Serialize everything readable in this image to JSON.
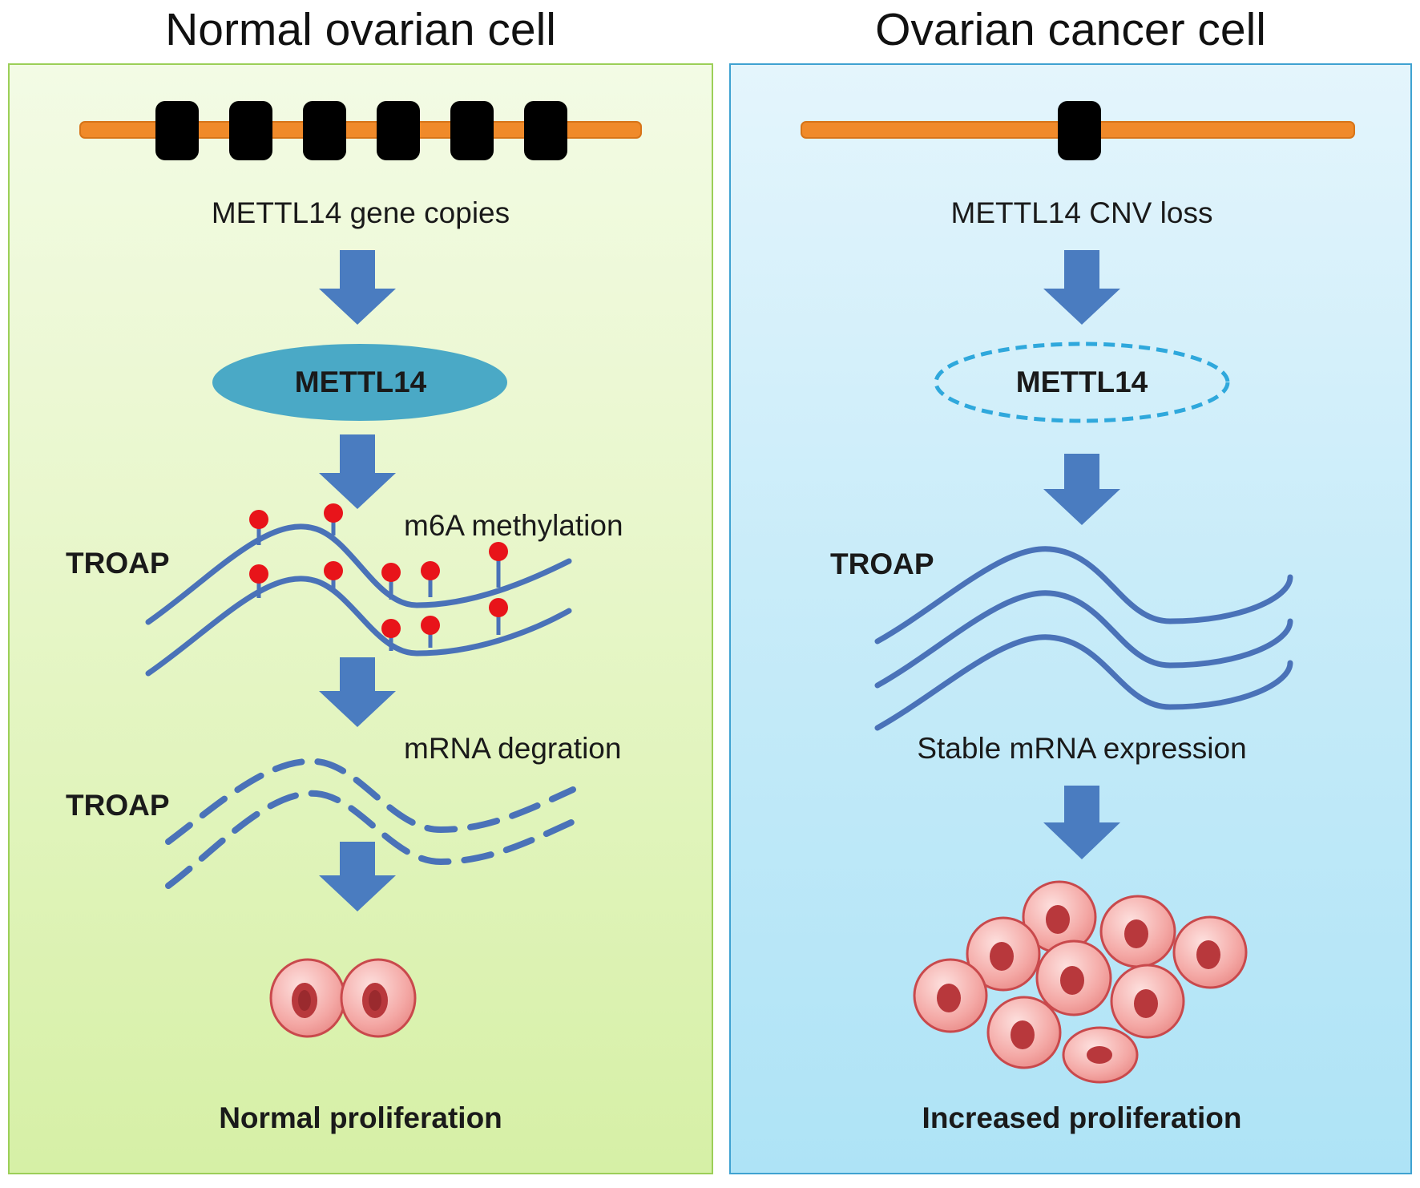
{
  "left_panel": {
    "title": "Normal ovarian cell",
    "gene_label": "METTL14 gene copies",
    "protein_label": "METTL14",
    "troap_label_1": "TROAP",
    "methylation_label": "m6A methylation",
    "troap_label_2": "TROAP",
    "degradation_label": "mRNA degration",
    "outcome_label": "Normal proliferation"
  },
  "right_panel": {
    "title": "Ovarian cancer cell",
    "gene_label": "METTL14 CNV loss",
    "protein_label": "METTL14",
    "troap_label": "TROAP",
    "expression_label": "Stable mRNA expression",
    "outcome_label": "Increased proliferation"
  },
  "colors": {
    "chromosome": "#f08a2a",
    "gene_copy": "#000000",
    "arrow": "#4a7cc0",
    "mrna": "#4a72b8",
    "m6a_mark": "#e8141a",
    "protein_fill": "#4aa9c6",
    "protein_dashed": "#2fa8dc",
    "cell_fill": "#f2a9a6",
    "cell_nucleus": "#b8383c"
  }
}
